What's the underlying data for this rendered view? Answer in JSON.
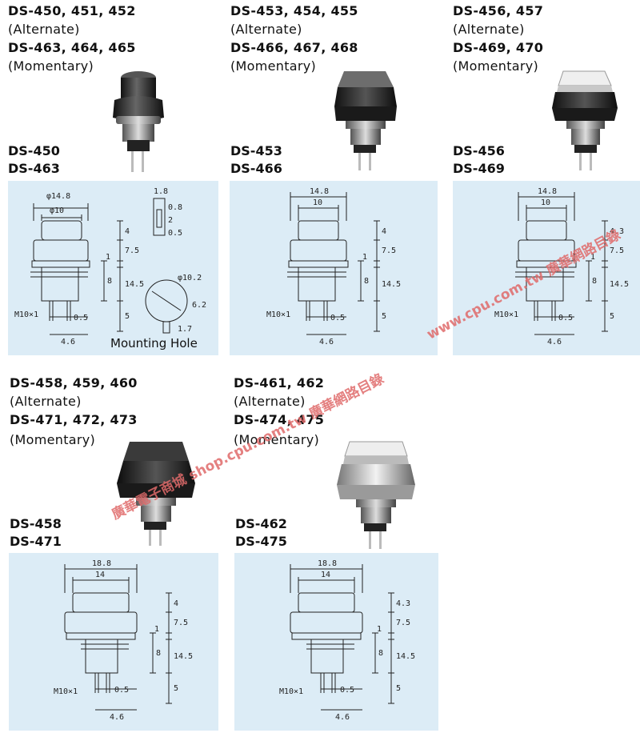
{
  "sections": [
    {
      "heading_lines": [
        "DS-450, 451, 452",
        "(Alternate)",
        "DS-463, 464, 465",
        "(Momentary)"
      ],
      "models": [
        "DS-450",
        "DS-463"
      ],
      "dims": {
        "outer": "φ14.8",
        "inner": "φ10",
        "h1": "4",
        "h2": "7.5",
        "h3": "1",
        "h4": "8",
        "h5": "14.5",
        "h6": "5",
        "thread": "M10×1",
        "pin": "0.5",
        "pitch": "4.6"
      }
    },
    {
      "heading_lines": [
        "DS-453, 454, 455",
        "(Alternate)",
        "DS-466, 467, 468",
        "(Momentary)"
      ],
      "models": [
        "DS-453",
        "DS-466"
      ],
      "dims": {
        "outer": "14.8",
        "inner": "10",
        "h1": "4",
        "h2": "7.5",
        "h3": "1",
        "h4": "8",
        "h5": "14.5",
        "h6": "5",
        "thread": "M10×1",
        "pin": "0.5",
        "pitch": "4.6"
      }
    },
    {
      "heading_lines": [
        "DS-456, 457",
        "(Alternate)",
        "DS-469, 470",
        "(Momentary)"
      ],
      "models": [
        "DS-456",
        "DS-469"
      ],
      "dims": {
        "outer": "14.8",
        "inner": "10",
        "h1": "4.3",
        "h2": "7.5",
        "h3": "1",
        "h4": "8",
        "h5": "14.5",
        "h6": "5",
        "thread": "M10×1",
        "pin": "0.5",
        "pitch": "4.6"
      }
    },
    {
      "heading_lines": [
        "DS-458, 459, 460",
        "(Alternate)",
        "DS-471, 472, 473",
        "(Momentary)"
      ],
      "models": [
        "DS-458",
        "DS-471"
      ],
      "dims": {
        "outer": "18.8",
        "inner": "14",
        "h1": "4",
        "h2": "7.5",
        "h3": "1",
        "h4": "8",
        "h5": "14.5",
        "h6": "5",
        "thread": "M10×1",
        "pin": "0.5",
        "pitch": "4.6"
      }
    },
    {
      "heading_lines": [
        "DS-461, 462",
        "(Alternate)",
        "DS-474, 475",
        "(Momentary)"
      ],
      "models": [
        "DS-462",
        "DS-475"
      ],
      "dims": {
        "outer": "18.8",
        "inner": "14",
        "h1": "4.3",
        "h2": "7.5",
        "h3": "1",
        "h4": "8",
        "h5": "14.5",
        "h6": "5",
        "thread": "M10×1",
        "pin": "0.5",
        "pitch": "4.6"
      }
    }
  ],
  "mounting_hole": {
    "label": "Mounting Hole",
    "dims": {
      "top_w": "1.8",
      "slot_w": "0.8",
      "slot_h": "2",
      "slot_off": "0.5",
      "dia": "φ10.2",
      "flat": "6.2",
      "key_w": "1.7"
    }
  },
  "watermarks": {
    "w1": "www.cpu.com.tw 廣華網路目錄",
    "w2": "廣華電子商城 shop.cpu.com.tw 廣華網路目錄"
  },
  "colors": {
    "panel": "#dcecf6",
    "watermark": "#e06a6a"
  }
}
